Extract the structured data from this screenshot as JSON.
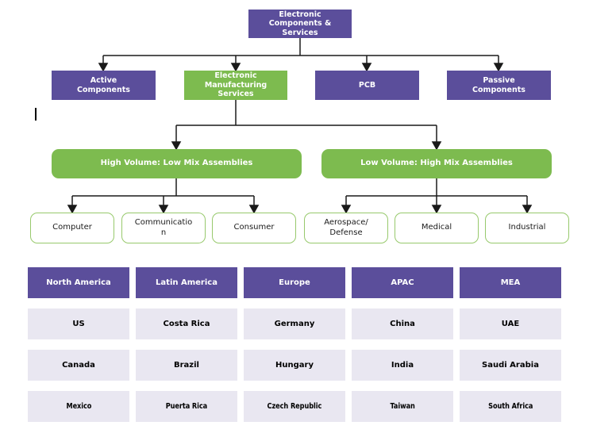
{
  "colors": {
    "purple": "#5b4e9b",
    "green": "#7dbb4f",
    "leaf_border": "#97c96c",
    "row_background": "#e9e7f1",
    "connector_line": "#1a1a1a"
  },
  "org": {
    "root": {
      "label": "Electronic\nComponents &\nServices"
    },
    "level2": [
      {
        "label": "Active\nComponents"
      },
      {
        "label": "Electronic\nManufacturing\nServices"
      },
      {
        "label": "PCB"
      },
      {
        "label": "Passive\nComponents"
      }
    ],
    "level3": [
      {
        "label": "High Volume: Low Mix Assemblies"
      },
      {
        "label": "Low Volume: High Mix Assemblies"
      }
    ],
    "level4_left": [
      {
        "label": "Computer"
      },
      {
        "label": "Communication"
      },
      {
        "label": "Consumer"
      }
    ],
    "level4_right": [
      {
        "label": "Aerospace/\nDefense"
      },
      {
        "label": "Medical"
      },
      {
        "label": "Industrial"
      }
    ]
  },
  "table": {
    "columns": [
      {
        "header": "North America",
        "rows": [
          "US",
          "Canada",
          "Mexico"
        ]
      },
      {
        "header": "Latin America",
        "rows": [
          "Costa Rica",
          "Brazil",
          "Puerta Rica"
        ]
      },
      {
        "header": "Europe",
        "rows": [
          "Germany",
          "Hungary",
          "Czech Republic"
        ]
      },
      {
        "header": "APAC",
        "rows": [
          "China",
          "India",
          "Taiwan"
        ]
      },
      {
        "header": "MEA",
        "rows": [
          "UAE",
          "Saudi Arabia",
          "South Africa"
        ]
      }
    ]
  }
}
